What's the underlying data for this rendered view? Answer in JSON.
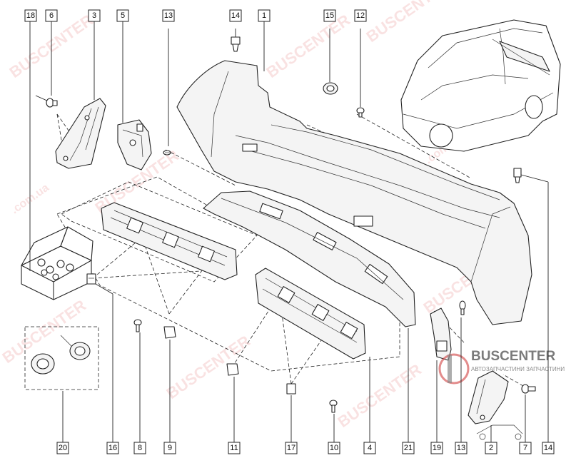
{
  "callouts": {
    "top": [
      "18",
      "6",
      "3",
      "5",
      "13",
      "14",
      "1",
      "15",
      "12"
    ],
    "bottom": [
      "20",
      "16",
      "8",
      "9",
      "11",
      "17",
      "10",
      "4",
      "21",
      "19",
      "13",
      "2",
      "7",
      "14"
    ]
  },
  "watermark": {
    "brand": "BUSCENTER",
    "domain": ".com.ua"
  },
  "logo": {
    "brand": "BUSCENTER",
    "tagline": "АВТОЗАПЧАСТИНИ  ЗАПЧАСТИНИ"
  },
  "colors": {
    "line": "#222222",
    "watermark": "#e05050",
    "logo": "#7a7a7a"
  }
}
